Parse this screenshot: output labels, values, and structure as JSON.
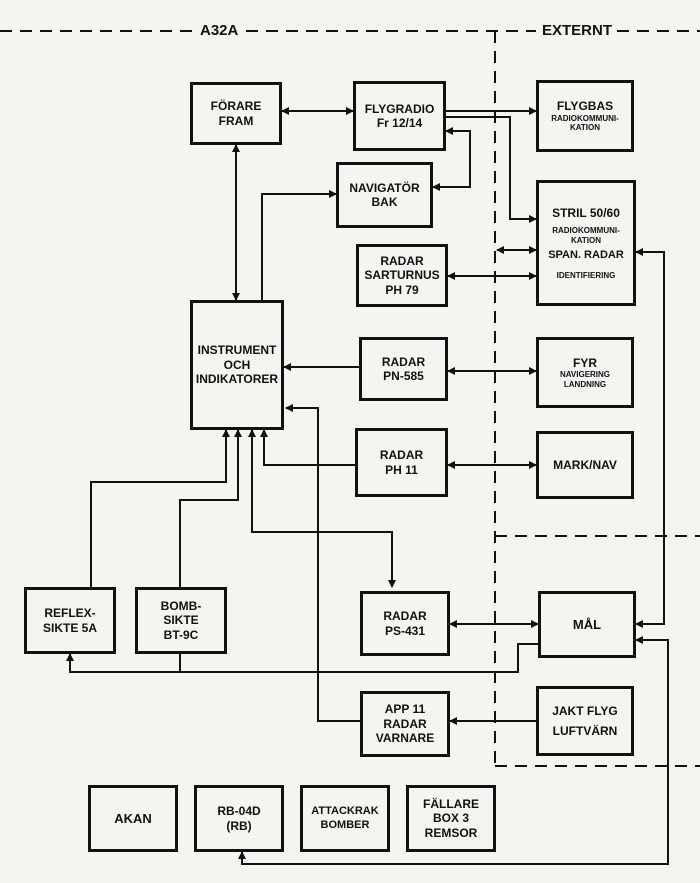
{
  "regions": {
    "aircraft": "A32A",
    "external": "EXTERNT"
  },
  "boxes": {
    "forare": {
      "line1": "FÖRARE",
      "line2": "FRAM"
    },
    "flygradio": {
      "line1": "FLYGRADIO",
      "line2": "Fr 12/14"
    },
    "navigator": {
      "line1": "NAVIGATÖR",
      "line2": "BAK"
    },
    "radar_sarturnus": {
      "line1": "RADAR",
      "line2": "SARTURNUS",
      "line3": "PH 79"
    },
    "instrument": {
      "line1": "INSTRUMENT",
      "line2": "OCH",
      "line3": "INDIKATORER"
    },
    "radar_pn": {
      "line1": "RADAR",
      "line2": "PN-585"
    },
    "radar_ph11": {
      "line1": "RADAR",
      "line2": "PH 11"
    },
    "flygbas": {
      "line1": "FLYGBAS",
      "line2": "RADIOKOMMUNI-",
      "line3": "KATION"
    },
    "stril": {
      "line1": "STRIL 50/60",
      "line2": "RADIOKOMMUNI-",
      "line3": "KATION",
      "line4": "SPAN. RADAR",
      "line5": "IDENTIFIERING"
    },
    "fyr": {
      "line1": "FYR",
      "line2": "NAVIGERING",
      "line3": "LANDNING"
    },
    "marknav": {
      "line1": "MARK/NAV"
    },
    "reflex": {
      "line1": "REFLEX-",
      "line2": "SIKTE 5A"
    },
    "bomb": {
      "line1": "BOMB-",
      "line2": "SIKTE",
      "line3": "BT-9C"
    },
    "radar_ps": {
      "line1": "RADAR",
      "line2": "PS-431"
    },
    "mal": {
      "line1": "MÅL"
    },
    "app11": {
      "line1": "APP 11",
      "line2": "RADAR",
      "line3": "VARNARE"
    },
    "jakt": {
      "line1": "JAKT FLYG",
      "line2": "LUFTVÄRN"
    },
    "akan": {
      "line1": "AKAN"
    },
    "rb04d": {
      "line1": "RB-04D",
      "line2": "(RB)"
    },
    "attackrak": {
      "line1": "ATTACKRAK",
      "line2": "BOMBER"
    },
    "fallare": {
      "line1": "FÄLLARE",
      "line2": "BOX 3",
      "line3": "REMSOR"
    }
  }
}
